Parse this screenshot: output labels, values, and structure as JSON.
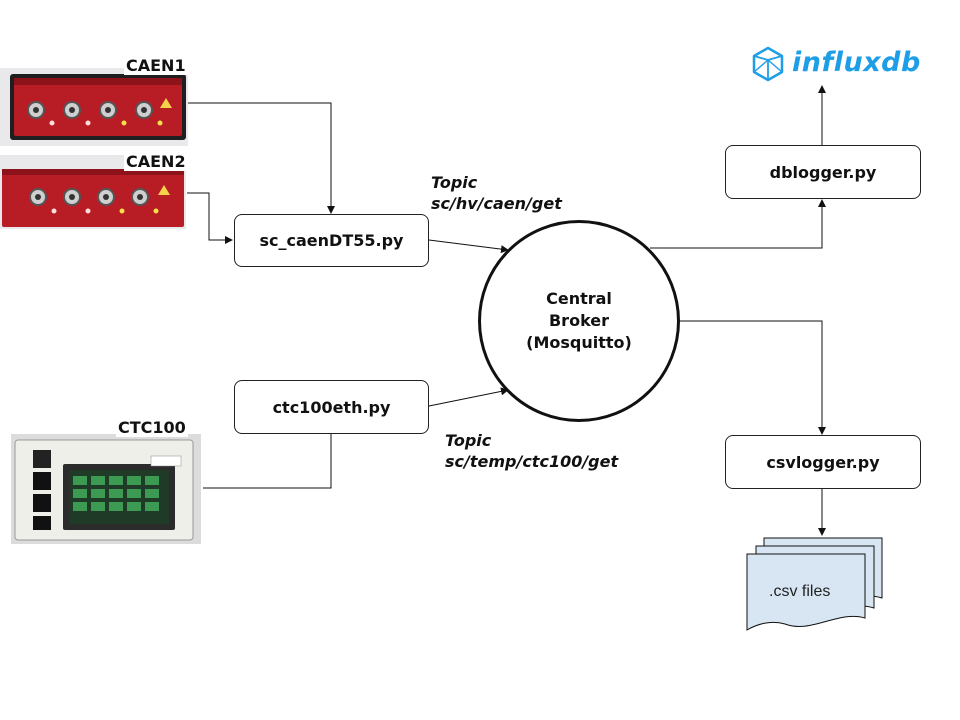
{
  "devices": {
    "caen1": "CAEN1",
    "caen2": "CAEN2",
    "ctc100": "CTC100"
  },
  "scripts": {
    "caen": "sc_caenDT55.py",
    "ctc": "ctc100eth.py",
    "dblogger": "dblogger.py",
    "csvlogger": "csvlogger.py"
  },
  "broker": {
    "line1": "Central",
    "line2": "Broker",
    "line3": "(Mosquitto)"
  },
  "topics": {
    "caen_word": "Topic",
    "caen_path": "sc/hv/caen/get",
    "ctc_word": "Topic",
    "ctc_path": "sc/temp/ctc100/get"
  },
  "influx": {
    "logo_text": "influxdb",
    "color": "#1e9ee6"
  },
  "csv": {
    "label": ".csv files",
    "fill": "#d8e6f4"
  },
  "colors": {
    "device_red": "#b81c24",
    "ink": "#111111"
  }
}
